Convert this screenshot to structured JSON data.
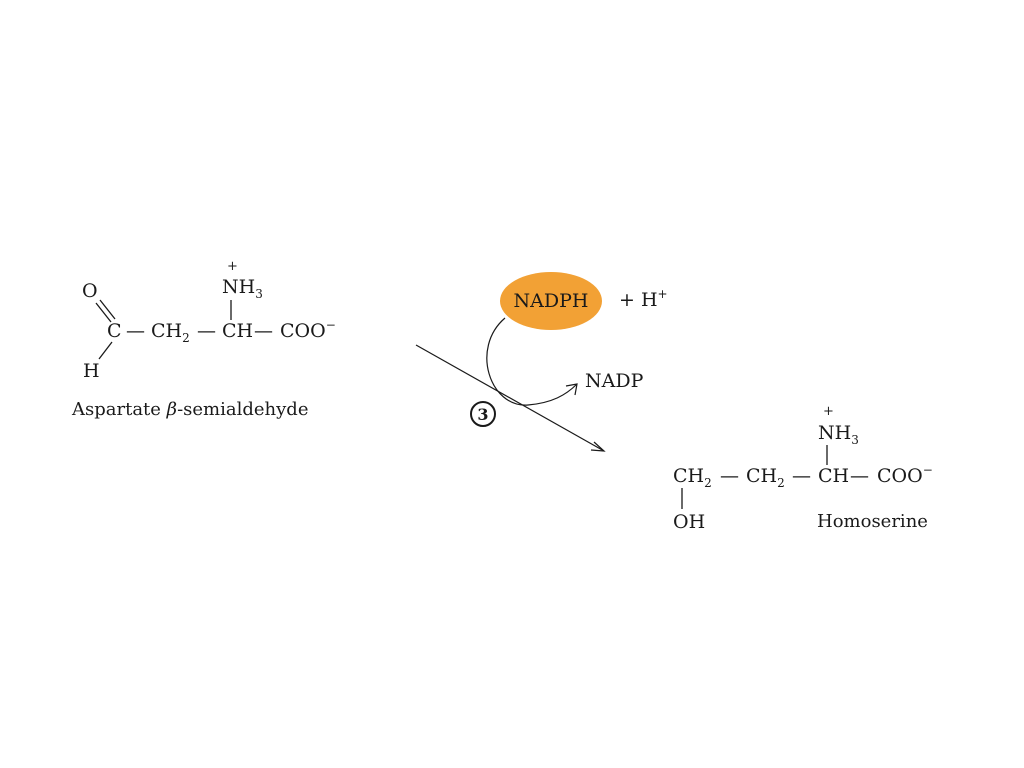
{
  "substrate": {
    "o": "O",
    "c": "C",
    "h": "H",
    "dash1": "—",
    "ch2": "CH",
    "ch2_sub": "2",
    "dash2": "—",
    "ch": "CH",
    "dash3": "—",
    "coo": "COO",
    "coo_charge": "−",
    "nh3_plus": "+",
    "nh3": "NH",
    "nh3_sub": "3",
    "name_prefix": "Aspartate ",
    "name_beta": "β",
    "name_suffix": "-semialdehyde"
  },
  "cofactor": {
    "nadph": "NADPH",
    "plus_h": "+ H",
    "h_charge": "+",
    "nadp": "NADP"
  },
  "step_number": "3",
  "product": {
    "ch2a": "CH",
    "ch2a_sub": "2",
    "dash1": "—",
    "ch2b": "CH",
    "ch2b_sub": "2",
    "dash2": "—",
    "ch": "CH",
    "dash3": "—",
    "coo": "COO",
    "coo_charge": "−",
    "nh3_plus": "+",
    "nh3": "NH",
    "nh3_sub": "3",
    "oh": "OH",
    "name": "Homoserine"
  },
  "colors": {
    "nadph_fill": "#f2a135",
    "ink": "#1a1a1a"
  }
}
